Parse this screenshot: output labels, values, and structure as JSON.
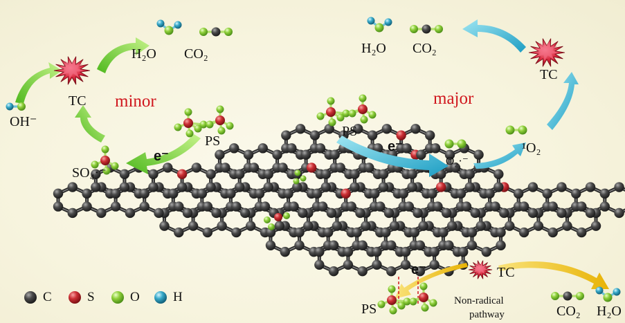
{
  "labels": {
    "h2o": "H₂O",
    "co2": "CO₂",
    "tc": "TC",
    "oh": "OH⁻",
    "minor": "minor",
    "major": "major",
    "ps": "PS",
    "so4": "SO₄·⁻",
    "o2_radical": "O₂·⁻",
    "singlet_o2": "¹O₂",
    "e_minus": "e⁻",
    "non_radical_line1": "Non-radical",
    "non_radical_line2": "pathway"
  },
  "legend": [
    {
      "symbol": "C",
      "color": "#3d3d3d"
    },
    {
      "symbol": "S",
      "color": "#c8353a"
    },
    {
      "symbol": "O",
      "color": "#8fcf3a"
    },
    {
      "symbol": "H",
      "color": "#37a9c9"
    }
  ],
  "colors": {
    "carbon": "#3d3d3d",
    "sulfur": "#c8353a",
    "oxygen": "#8fcf3a",
    "hydrogen": "#37a9c9",
    "arrow_green": "#7ed23a",
    "arrow_cyan": "#3bb8d3",
    "arrow_yellow": "#f1c81b",
    "text_red": "#d0161d"
  }
}
